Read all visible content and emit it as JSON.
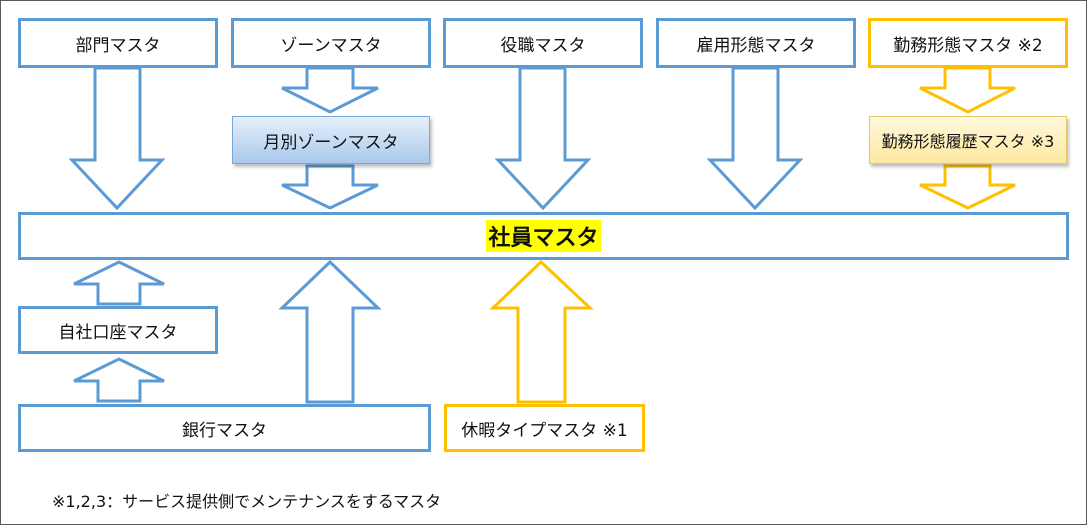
{
  "boxes": {
    "bumon": "部門マスタ",
    "zone": "ゾーンマスタ",
    "yakushoku": "役職マスタ",
    "koyo": "雇用形態マスタ",
    "kinmu": "勤務形態マスタ ※2",
    "getsubetsu_zone": "月別ゾーンマスタ",
    "kinmu_rireki": "勤務形態履歴マスタ ※3",
    "shain": "社員マスタ",
    "jisha_koza": "自社口座マスタ",
    "ginko": "銀行マスタ",
    "kyuka_type": "休暇タイプマスタ ※1"
  },
  "footnote": "※1,2,3：サービス提供側でメンテナンスをするマスタ",
  "colors": {
    "blue_border": "#5b9bd5",
    "yellow_border": "#ffc000",
    "highlight": "#ffff00"
  }
}
